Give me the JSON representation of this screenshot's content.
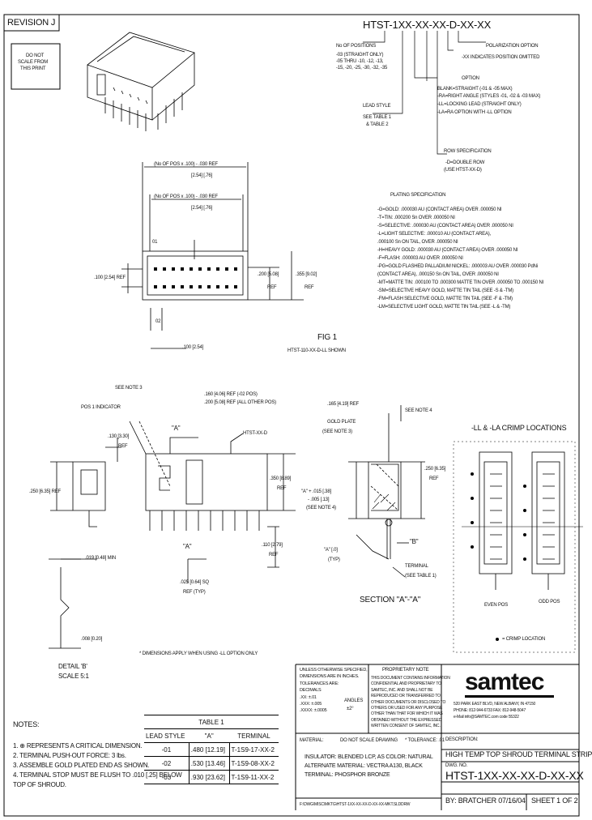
{
  "revision": "REVISION J",
  "do_not_scale": [
    "DO NOT",
    "SCALE FROM",
    "THIS PRINT"
  ],
  "part_number_header": "HTST-1XX-XX-XX-D-XX-XX",
  "callouts": {
    "no_positions": {
      "title": "No OF POSITIONS",
      "lines": [
        "-03 (STRAIGHT ONLY)",
        "-05 THRU -10, -12, -13,",
        "-15, -20, -25, -30, -32, -35"
      ]
    },
    "lead_style": {
      "title": "LEAD STYLE",
      "lines": [
        "SEE TABLE 1",
        "& TABLE 2"
      ]
    },
    "polarization": {
      "title": "POLARIZATION OPTION",
      "lines": [
        "-XX INDICATES POSITION OMITTED"
      ]
    },
    "option": {
      "title": "OPTION",
      "lines": [
        "BLANK=STRAIGHT (-01 & -05 MAX)",
        "-RA=RIGHT ANGLE (STYLES -01, -02 & -03 MAX)",
        "-LL=LOCKING LEAD (STRAIGHT ONLY)",
        "-LA=RA OPTION WITH -LL OPTION"
      ]
    },
    "row_spec": {
      "title": "ROW SPECIFICATION",
      "lines": [
        "-D=DOUBLE ROW",
        "(USE HTST-XX-D)"
      ]
    }
  },
  "plating": {
    "title": "PLATING SPECIFICATION",
    "lines": [
      "-G=GOLD: .000030 AU (CONTACT AREA) OVER .000050 NI",
      "-T=TIN: .000200 Sn OVER .000050 NI",
      "-S=SELECTIVE: .000030 AU (CONTACT AREA) OVER .000050 NI",
      "-L=LIGHT SELECTIVE: .000010 AU (CONTACT AREA),",
      ".000100 Sn ON TAIL, OVER .000050 NI",
      "-H=HEAVY GOLD: .000030 AU (CONTACT AREA) OVER .000050 NI",
      "-F=FLASH: .000003 AU OVER .000050 NI",
      "-PG=GOLD FLASHED PALLADIUM NICKEL: .000003 AU OVER .000030 PdNi",
      "(CONTACT AREA), .000150 Sn ON TAIL, OVER .000050 NI",
      "-MT=MATTE TIN: .000100 TO .000300 MATTE TIN OVER .000050 TO .000150 NI",
      "-SM=SELECTIVE HEAVY GOLD, MATTE TIN TAIL (SEE -S & -TM)",
      "-FM=FLASH SELECTIVE GOLD, MATTE TIN TAIL (SEE -F & -TM)",
      "-LM=SELECTIVE LIGHT GOLD, MATTE TIN TAIL (SEE -L & -TM)"
    ]
  },
  "fig1": {
    "dim_top1": "(No OF POS x .100) - .030 REF",
    "dim_top1b": "[2.54]   [.76]",
    "dim_top2": "(No OF POS x .100) - .030 REF",
    "dim_top2b": "[2.54]   [.76]",
    "pin_labels": [
      "01",
      "02"
    ],
    "dim_left": ".100 [2.54] REF",
    "dim_h1": ".200 [5.08]",
    "dim_h1b": "REF",
    "dim_h2": ".355 [9.02]",
    "dim_h2b": "REF",
    "dim_bottom": ".100 [2.54]",
    "label": "FIG 1",
    "sublabel": "HTST-110-XX-D-LL SHOWN"
  },
  "side_view": {
    "see_note": "SEE NOTE 3",
    "pos_indicator": "POS 1 INDICATOR",
    "dim_130": ".130 [3.30]",
    "dim_130b": "REF",
    "dim_250": ".250 [6.35] REF",
    "dim_160": ".160 [4.06] REF (-02 POS)",
    "dim_200": ".200 [5.08] REF (ALL OTHER POS)",
    "mark_a": "\"A\"",
    "label_htst": "HTST-XX-D",
    "dim_350": ".350 [8.89]",
    "dim_350b": "REF",
    "dim_110": ".110 [2.79]",
    "dim_110b": "REF",
    "dim_025": ".025 [0.64] SQ",
    "dim_025b": "REF (TYP)",
    "dim_019": ".019 [0.48] MIN",
    "dim_008": ".008 [0.20]",
    "detail_label": "DETAIL 'B'",
    "detail_scale": "SCALE 5:1",
    "star_note": "* DIMENSIONS APPLY WHEN USING -LL OPTION ONLY"
  },
  "section": {
    "dim_165": ".165 [4.19] REF",
    "gold_plate": "GOLD PLATE",
    "see_note3": "(SEE NOTE 3)",
    "see_note4": "SEE NOTE 4",
    "dim_250": ".250 [6.35]",
    "dim_250b": "REF",
    "dim_a": "\"A\" + .015 [.38]",
    "dim_a2": "- .005 [.13]",
    "dim_a3": "(SEE NOTE 4)",
    "dim_a_typ": "\"A\" [.0]",
    "dim_a_typ2": "(TYP)",
    "mark_b": "\"B\"",
    "terminal": "TERMINAL",
    "terminal2": "(SEE TABLE 1)",
    "label": "SECTION \"A\"-\"A\""
  },
  "crimp": {
    "title": "-LL & -LA CRIMP LOCATIONS",
    "even": "EVEN POS",
    "odd": "ODD POS",
    "legend": "= CRIMP LOCATION"
  },
  "notes": {
    "title": "NOTES:",
    "items": [
      "1. ⊕ REPRESENTS A CRITICAL DIMENSION.",
      "2. TERMINAL PUSH-OUT FORCE: 3 lbs.",
      "3. ASSEMBLE GOLD PLATED END AS SHOWN.",
      "4. TERMINAL STOP MUST BE FLUSH TO .010 [.25] BELOW",
      "    TOP OF SHROUD."
    ]
  },
  "table1": {
    "title": "TABLE 1",
    "headers": [
      "LEAD STYLE",
      "\"A\"",
      "TERMINAL"
    ],
    "rows": [
      [
        "-01",
        ".480 [12.19]",
        "T-1S9-17-XX-2"
      ],
      [
        "-02",
        ".530 [13.46]",
        "T-1S9-08-XX-2"
      ],
      [
        "-03",
        ".930 [23.62]",
        "T-1S9-11-XX-2"
      ]
    ]
  },
  "title_block": {
    "tolerance_lines": [
      "UNLESS OTHERWISE SPECIFIED,",
      "DIMENSIONS ARE IN INCHES.",
      "TOLERANCES ARE:",
      "DECIMALS",
      ".XX: ±.01",
      ".XXX: ±.005",
      ".XXXX: ±.0005"
    ],
    "angles": "ANGLES",
    "angles_val": "±2°",
    "proprietary_title": "PROPRIETARY NOTE",
    "proprietary_lines": [
      "THIS DOCUMENT CONTAINS INFORMATION",
      "CONFIDENTIAL AND PROPRIETARY TO",
      "SAMTEC, INC. AND SHALL NOT BE",
      "REPRODUCED OR TRANSFERRED TO",
      "OTHER DOCUMENTS OR DISCLOSED TO",
      "OTHERS OR USED FOR ANY PURPOSE",
      "OTHER THAN THAT FOR WHICH IT WAS",
      "OBTAINED WITHOUT THE EXPRESSED",
      "WRITTEN CONSENT OF SAMTEC, INC."
    ],
    "logo": "samtec",
    "address": [
      "520 PARK EAST BLVD, NEW ALBANY, IN 47150",
      "PHONE: 812-944-6733   FAX: 812-948-5047",
      "e-Mail info@SAMTEC.com   code 55322"
    ],
    "material_label": "MATERIAL:",
    "material_lines": [
      "INSULATOR: BLENDED LCP, AS COLOR: NATURAL",
      "ALTERNATE MATERIAL: VECTRA A130, BLACK",
      "TERMINAL: PHOSPHOR BRONZE"
    ],
    "dont_scale": "DO NOT SCALE DRAWING",
    "tolerance_note": "* TOLERANCE: .01",
    "description_label": "DESCRIPTION:",
    "description": "HIGH TEMP TOP SHROUD TERMINAL STRIP",
    "dwg_label": "DWG. NO.",
    "dwg_no": "HTST-1XX-XX-XX-D-XX-XX",
    "by": "BY: BRATCHER 07/16/04",
    "sheet": "SHEET 1 OF 2",
    "file_path": "F:\\DWG\\MISC\\MKTG\\HTST-1XX-XX-XX-D-XX-XX-MKT.SLDDRW"
  }
}
